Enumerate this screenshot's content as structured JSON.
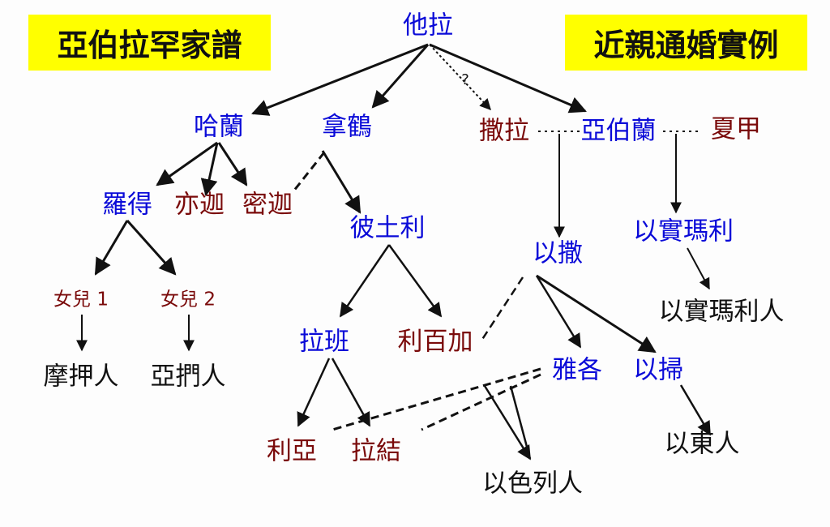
{
  "titles": {
    "left": "亞伯拉罕家譜",
    "right": "近親通婚實例"
  },
  "question_mark": "?",
  "colors": {
    "male": "#0a0ad8",
    "female": "#7a0a0a",
    "people": "#111111",
    "title_bg": "#ffff00"
  },
  "nodes": {
    "terah": "他拉",
    "haran": "哈蘭",
    "nahor": "拿鶴",
    "sarah": "撒拉",
    "abram": "亞伯蘭",
    "hagar": "夏甲",
    "lot": "羅得",
    "iscah": "亦迦",
    "milcah": "密迦",
    "bethuel": "彼土利",
    "isaac": "以撒",
    "ishmael": "以實瑪利",
    "daughter1": "女兒 1",
    "daughter2": "女兒 2",
    "moabites": "摩押人",
    "ammonites": "亞捫人",
    "laban": "拉班",
    "rebekah": "利百加",
    "jacob": "雅各",
    "esau": "以掃",
    "ishmaelites": "以實瑪利人",
    "leah": "利亞",
    "rachel": "拉結",
    "israelites": "以色列人",
    "edomites": "以東人"
  }
}
